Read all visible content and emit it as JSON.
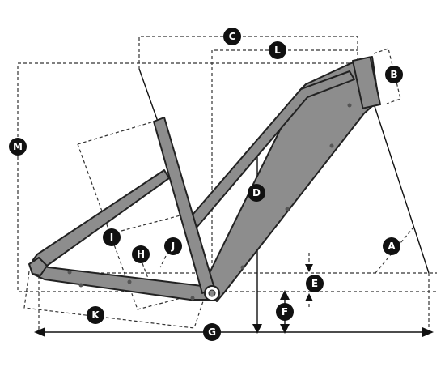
{
  "diagram": {
    "labels": {
      "a": "A",
      "b": "B",
      "c": "C",
      "d": "D",
      "e": "E",
      "f": "F",
      "g": "G",
      "h": "H",
      "i": "I",
      "j": "J",
      "k": "K",
      "l": "L",
      "m": "M"
    },
    "colors": {
      "frame": "#8d8d8d",
      "outline": "#222222",
      "badge": "#111111",
      "badge_text": "#ffffff"
    }
  }
}
